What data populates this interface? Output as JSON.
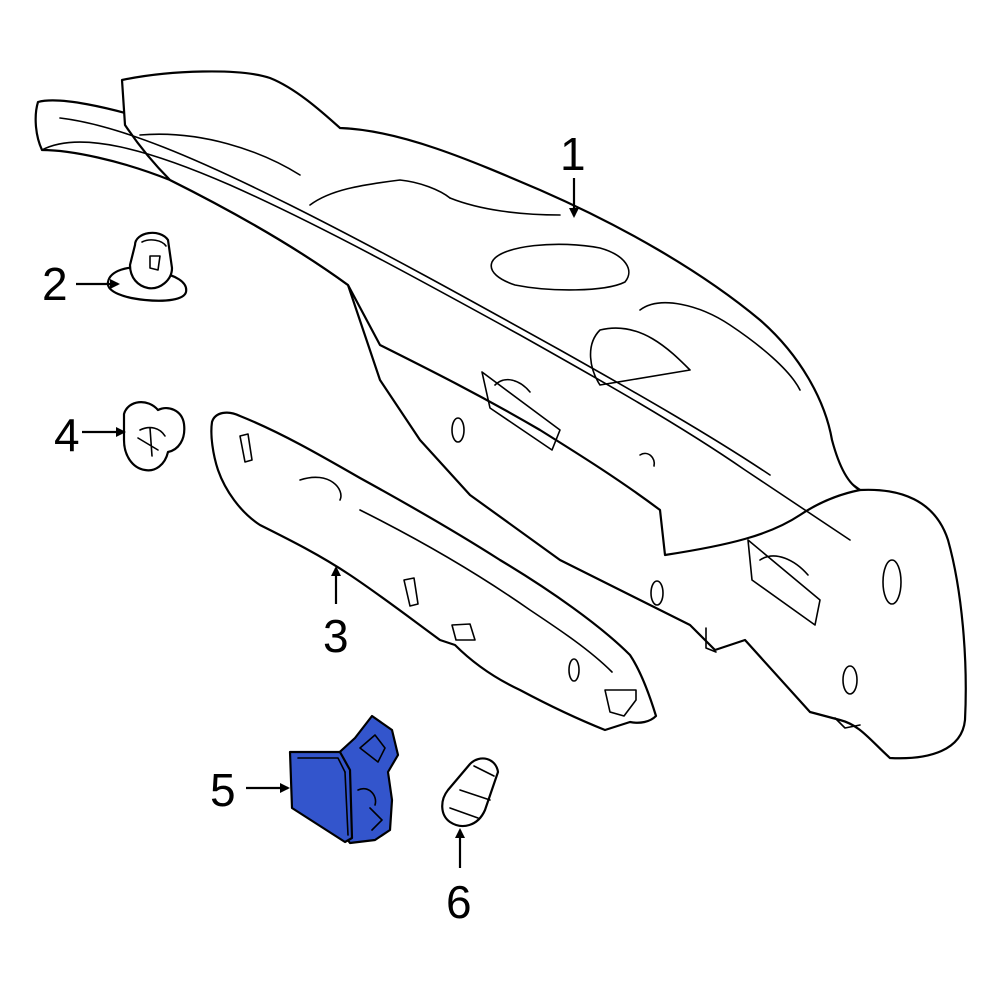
{
  "diagram": {
    "highlight_color": "#3355cc",
    "line_color": "#000000",
    "background": "#ffffff",
    "callouts": [
      {
        "id": "1",
        "label": "1"
      },
      {
        "id": "2",
        "label": "2"
      },
      {
        "id": "3",
        "label": "3"
      },
      {
        "id": "4",
        "label": "4"
      },
      {
        "id": "5",
        "label": "5"
      },
      {
        "id": "6",
        "label": "6"
      }
    ]
  }
}
